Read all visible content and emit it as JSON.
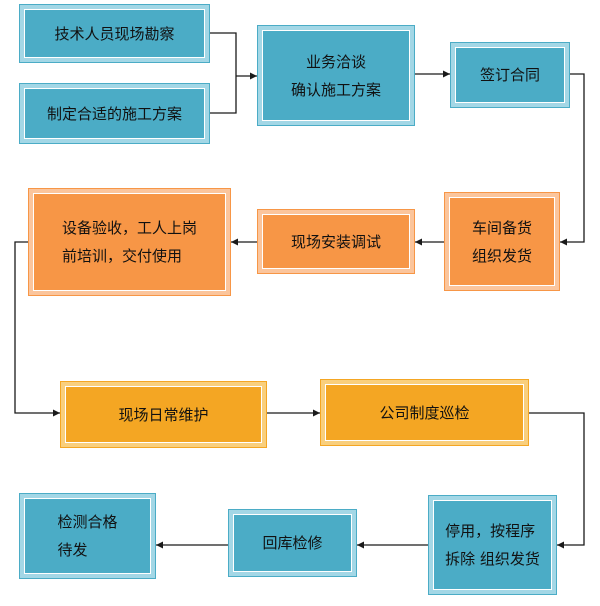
{
  "steps": {
    "site_survey": "技术人员现场勘察",
    "construction_plan": "制定合适的施工方案",
    "negotiation": [
      "业务洽谈",
      "确认施工方案"
    ],
    "sign_contract": "签订合同",
    "prepare_ship": [
      "车间备货",
      "组织发货"
    ],
    "install_debug": "现场安装调试",
    "acceptance": [
      "设备验收，工人上岗",
      "前培训，交付使用"
    ],
    "daily_maintenance": "现场日常维护",
    "inspection": "公司制度巡检",
    "decommission": [
      "停用，按程序",
      "拆除 组织发货"
    ],
    "return_repair": "回库检修",
    "test_pass": [
      "检测合格",
      "待发"
    ]
  },
  "colors": {
    "teal_fill": "#4bacc6",
    "orange_fill": "#f79646",
    "gold_fill": "#f4a623",
    "connector": "#1a1a1a"
  }
}
